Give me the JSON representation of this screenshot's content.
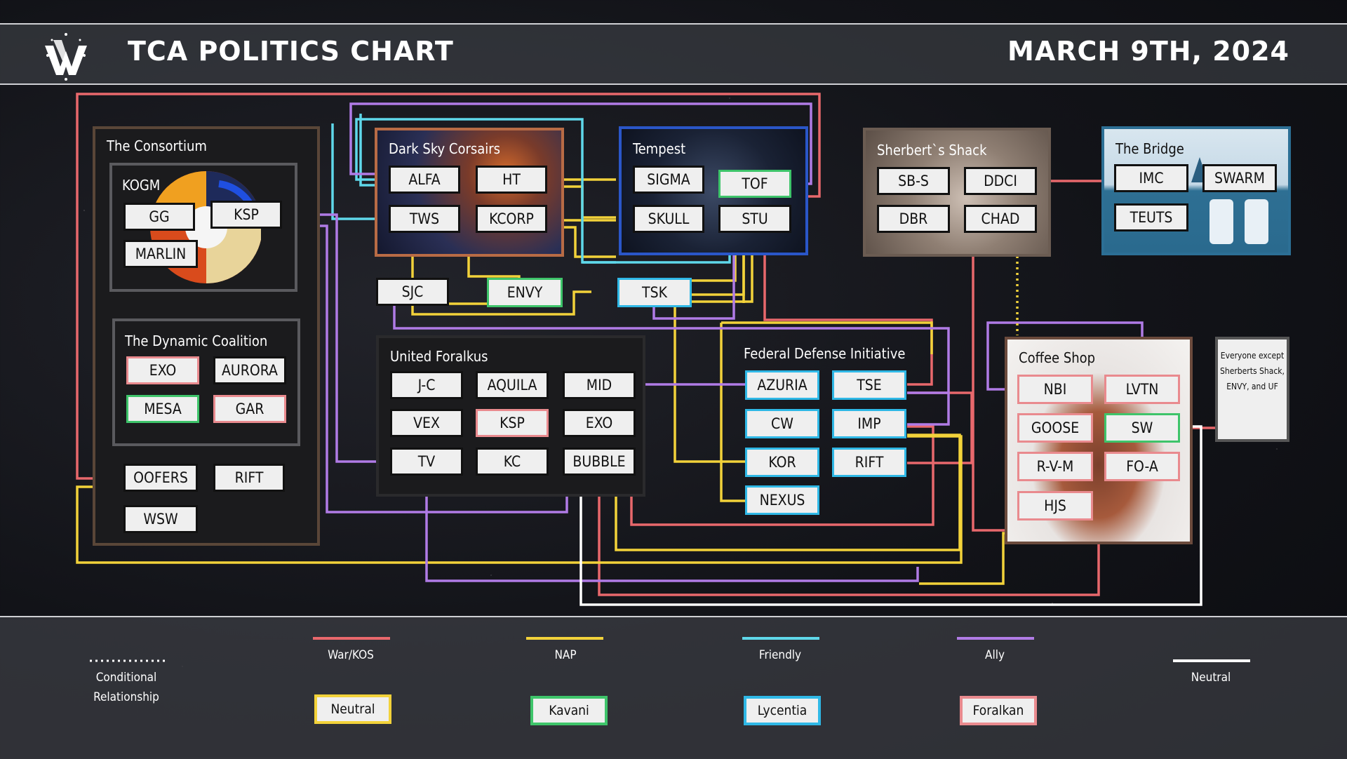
{
  "header": {
    "title": "TCA POLITICS CHART",
    "date": "MARCH 9TH, 2024"
  },
  "groups": {
    "consortium": {
      "title": "The Consortium",
      "kogm": {
        "title": "KOGM",
        "members": [
          "GG",
          "KSP",
          "MARLIN"
        ]
      },
      "dynamic": {
        "title": "The Dynamic Coalition",
        "members": [
          "EXO",
          "AURORA",
          "MESA",
          "GAR"
        ]
      },
      "others": [
        "OOFERS",
        "RIFT",
        "WSW"
      ]
    },
    "dsc": {
      "title": "Dark Sky Corsairs",
      "members": [
        "ALFA",
        "HT",
        "TWS",
        "KCORP"
      ]
    },
    "tempest": {
      "title": "Tempest",
      "members": [
        "SIGMA",
        "TOF",
        "SKULL",
        "STU"
      ]
    },
    "sherbert": {
      "title": "Sherbert`s Shack",
      "members": [
        "SB-S",
        "DDCI",
        "DBR",
        "CHAD"
      ]
    },
    "bridge": {
      "title": "The Bridge",
      "members": [
        "IMC",
        "SWARM",
        "TEUTS"
      ]
    },
    "foralkus": {
      "title": "United Foralkus",
      "members": [
        "J-C",
        "AQUILA",
        "MID",
        "VEX",
        "KSP",
        "EXO",
        "TV",
        "KC",
        "BUBBLE"
      ]
    },
    "fdi": {
      "title": "Federal Defense Initiative",
      "members": [
        "AZURIA",
        "TSE",
        "CW",
        "IMP",
        "KOR",
        "RIFT",
        "NEXUS"
      ]
    },
    "coffee": {
      "title": "Coffee Shop",
      "members": [
        "NBI",
        "LVTN",
        "GOOSE",
        "SW",
        "R-V-M",
        "FO-A",
        "HJS"
      ]
    }
  },
  "independent": [
    "SJC",
    "ENVY",
    "TSK"
  ],
  "note": "Everyone except Sherberts Shack, ENVY, and UF",
  "legend": {
    "conditional": "Conditional Relationship",
    "war": "War/KOS",
    "nap": "NAP",
    "friendly": "Friendly",
    "ally": "Ally",
    "neutral": "Neutral",
    "boxes": {
      "neutral": "Neutral",
      "kavani": "Kavani",
      "lycentia": "Lycentia",
      "foralkan": "Foralkan"
    }
  },
  "colors": {
    "war": "#e8686c",
    "nap": "#f2d23a",
    "friendly": "#5fd8ea",
    "ally": "#b07be6",
    "neutral": "#ffffff",
    "kavani": "#3ec46a",
    "lycentia": "#2fb8e6",
    "foralkan": "#e98a8e"
  }
}
